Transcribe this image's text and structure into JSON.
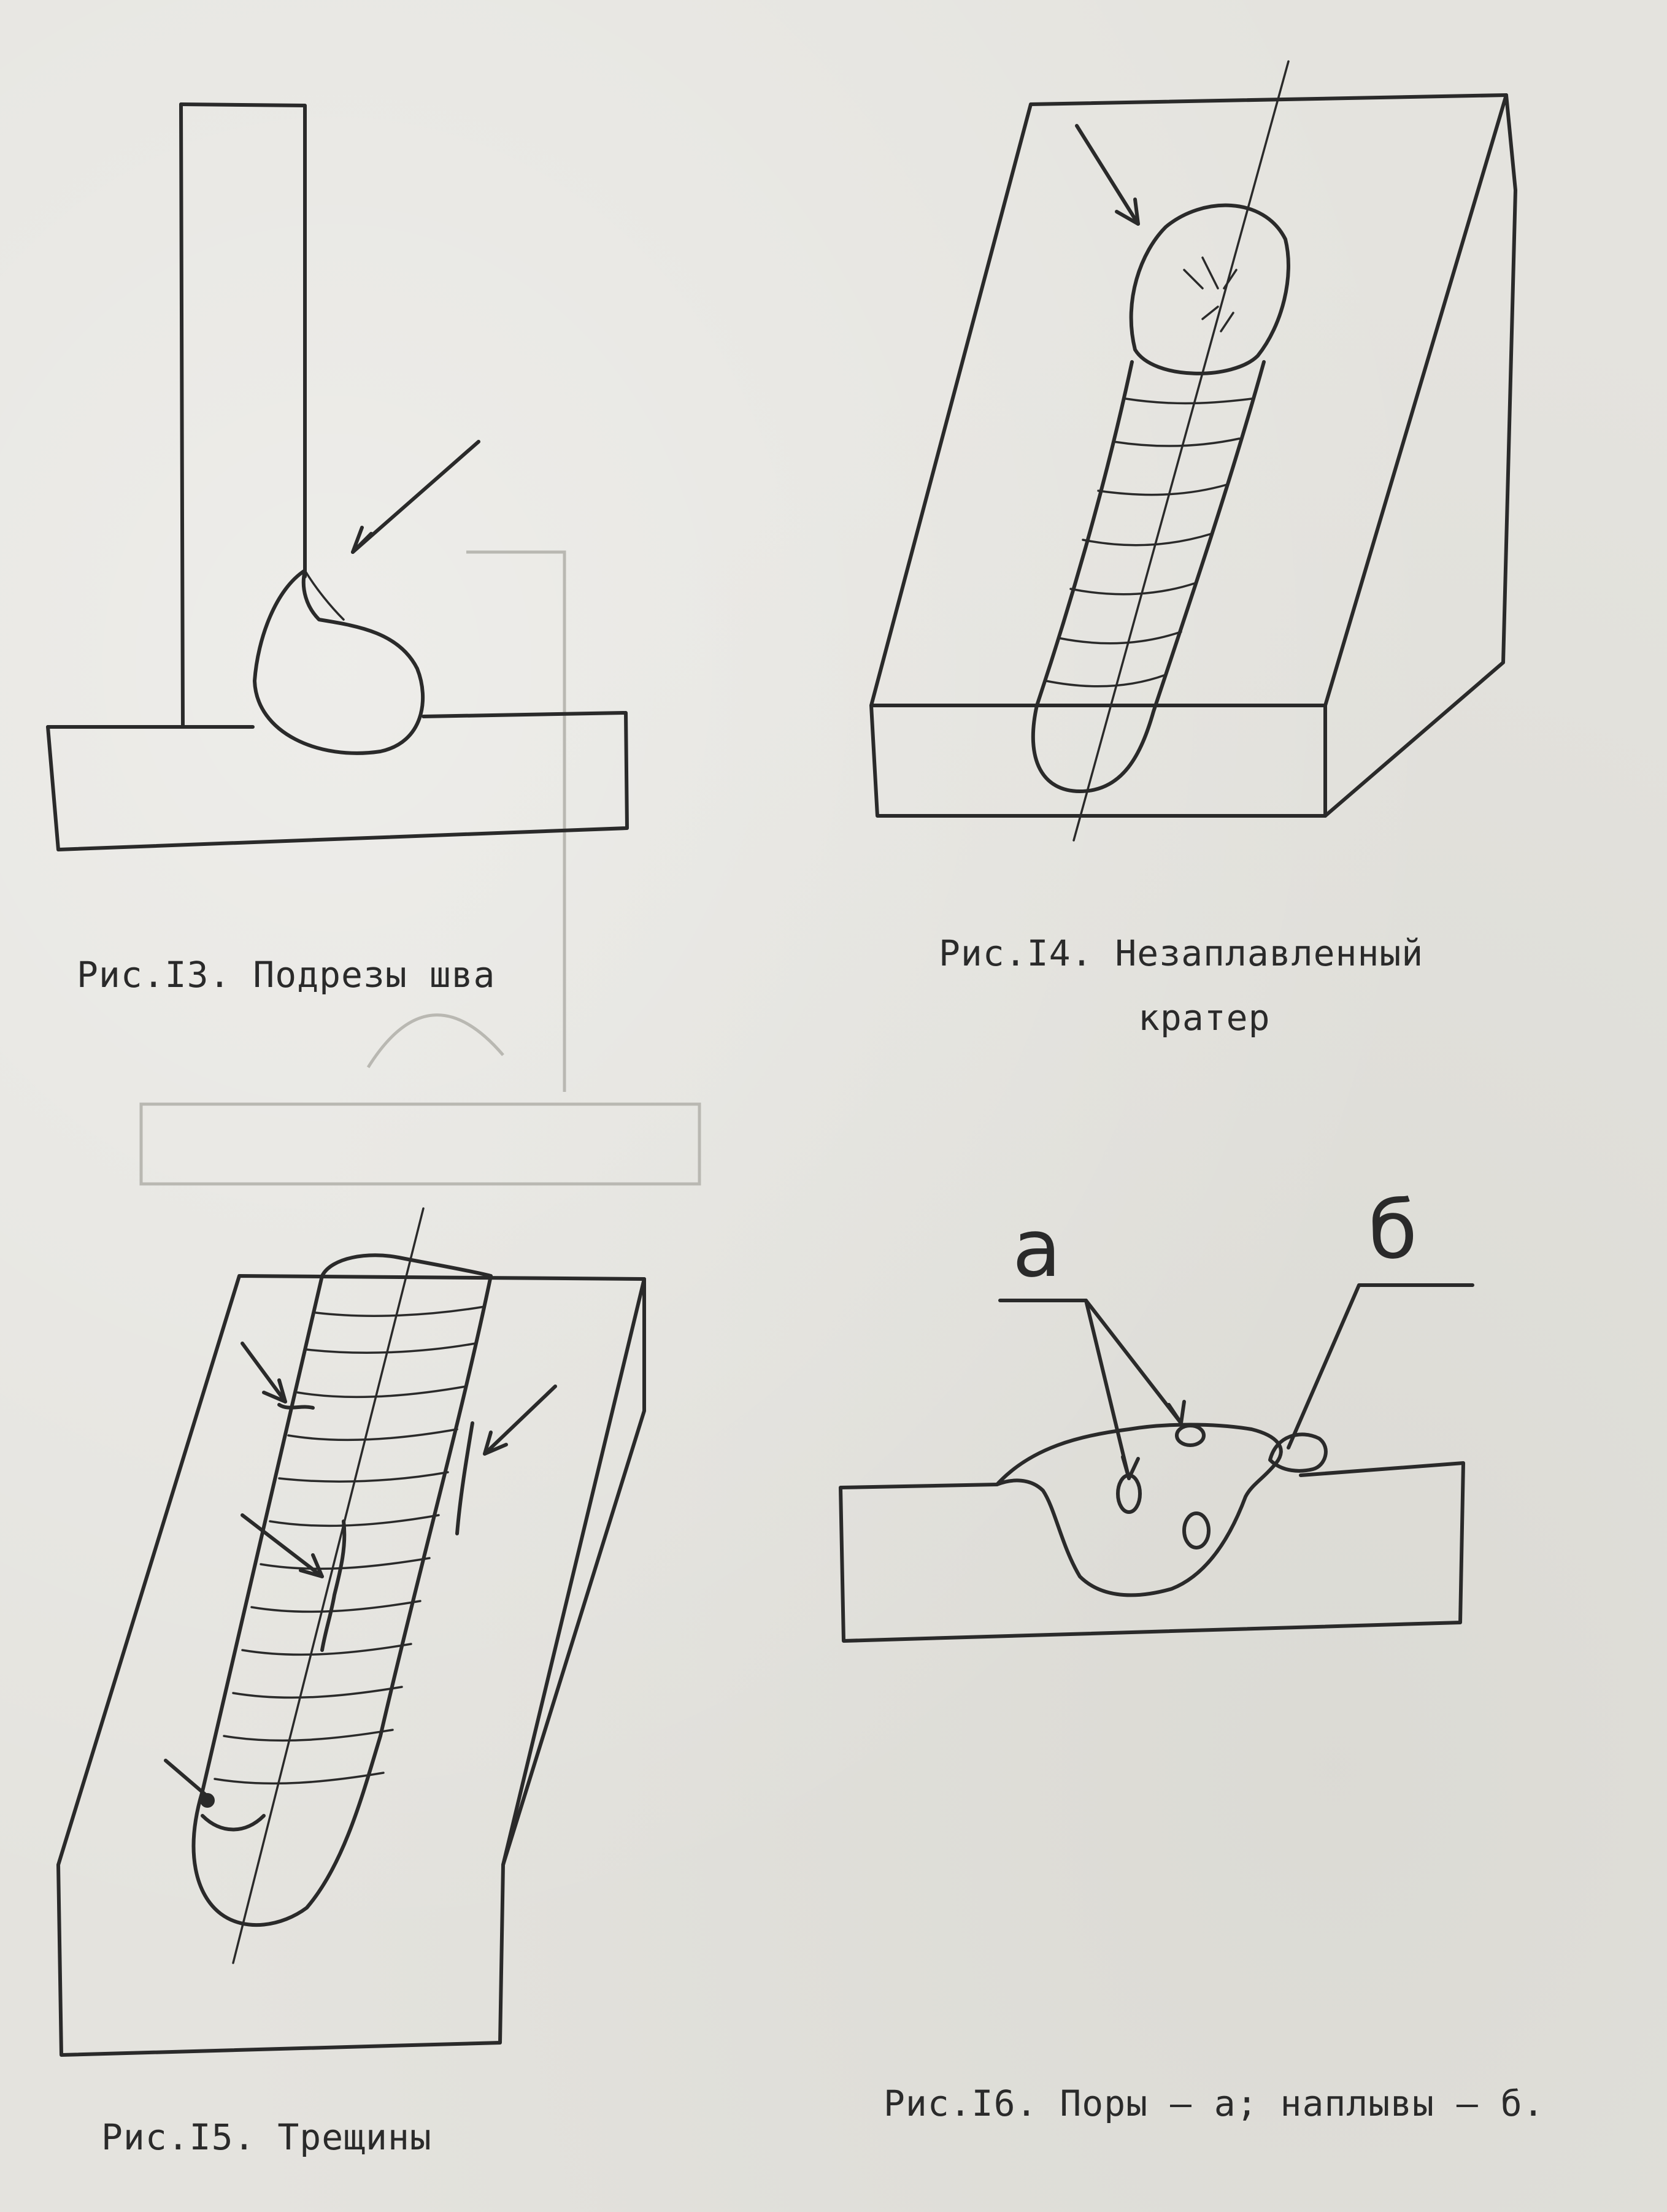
{
  "captions": {
    "fig13": "Рис.I3. Подрезы шва",
    "fig14_line1": "Рис.I4. Незаплавленный",
    "fig14_line2": "кратер",
    "fig15": "Рис.I5. Трещины",
    "fig16": "Рис.I6. Поры – а; наплывы – б."
  },
  "labels": {
    "a": "a",
    "b": "б"
  }
}
